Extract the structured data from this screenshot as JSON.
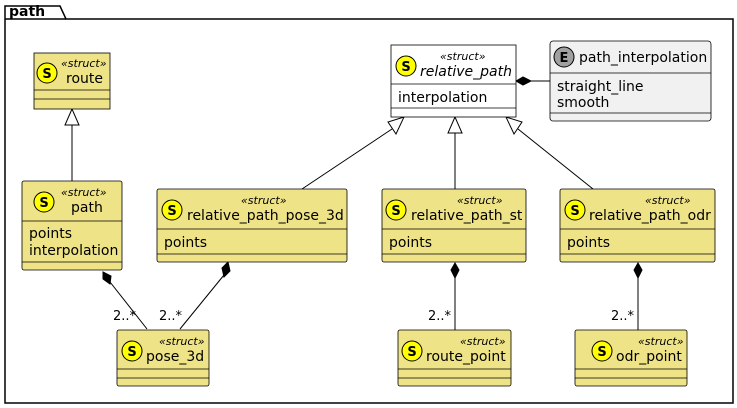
{
  "package": {
    "name": "path"
  },
  "colors": {
    "struct_fill": "#EFE387",
    "struct_abstract_fill": "#FFFFFF",
    "enum_fill": "#F1F1F1",
    "struct_badge": "#FFFF00",
    "enum_badge": "#A0A0A0",
    "border": "#000000"
  },
  "classes": {
    "route": {
      "stereotype": "«struct»",
      "name": "route",
      "badge": "S"
    },
    "relative_path": {
      "stereotype": "«struct»",
      "name": "relative_path",
      "badge": "S",
      "attrs": [
        "interpolation"
      ]
    },
    "path_interpolation": {
      "name": "path_interpolation",
      "badge": "E",
      "attrs": [
        "straight_line",
        "smooth"
      ]
    },
    "path": {
      "stereotype": "«struct»",
      "name": "path",
      "badge": "S",
      "attrs": [
        "points",
        "interpolation"
      ]
    },
    "relative_path_pose_3d": {
      "stereotype": "«struct»",
      "name": "relative_path_pose_3d",
      "badge": "S",
      "attrs": [
        "points"
      ]
    },
    "relative_path_st": {
      "stereotype": "«struct»",
      "name": "relative_path_st",
      "badge": "S",
      "attrs": [
        "points"
      ]
    },
    "relative_path_odr": {
      "stereotype": "«struct»",
      "name": "relative_path_odr",
      "badge": "S",
      "attrs": [
        "points"
      ]
    },
    "pose_3d": {
      "stereotype": "«struct»",
      "name": "pose_3d",
      "badge": "S"
    },
    "route_point": {
      "stereotype": "«struct»",
      "name": "route_point",
      "badge": "S"
    },
    "odr_point": {
      "stereotype": "«struct»",
      "name": "odr_point",
      "badge": "S"
    }
  },
  "multiplicities": {
    "path_pose": "2..*",
    "pose3d_pose": "2..*",
    "st_route_point": "2..*",
    "odr_odr_point": "2..*"
  }
}
